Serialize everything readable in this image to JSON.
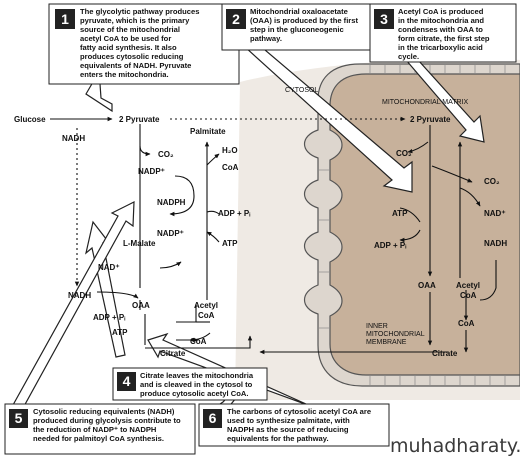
{
  "callouts": [
    {
      "number": "1",
      "lines": [
        "The glycolytic pathway produces",
        "pyruvate, which is the primary",
        "source of the mitochondrial",
        "acetyl CoA to be used for",
        "fatty acid synthesis.  It also",
        "produces cytosolic reducing",
        "equivalents of NADH. Pyruvate",
        "enters the mitochondria."
      ]
    },
    {
      "number": "2",
      "lines": [
        "Mitochondrial oxaloacetate",
        "(OAA) is produced by the first",
        "step in the gluconeogenic",
        "pathway."
      ]
    },
    {
      "number": "3",
      "lines": [
        "Acetyl CoA is produced",
        "in the mitochondria and",
        "condenses with OAA to",
        "form citrate, the first step",
        "in the tricarboxylic acid",
        "cycle."
      ]
    },
    {
      "number": "4",
      "lines": [
        "Citrate leaves the mitochondria",
        "and is cleaved in the cytosol to",
        "produce cytosolic acetyl CoA."
      ]
    },
    {
      "number": "5",
      "lines": [
        "Cytosolic reducing equivalents (NADH)",
        "produced during glycolysis contribute to",
        "the reduction of NADP⁺ to NADPH",
        "needed for palmitoyl CoA synthesis."
      ]
    },
    {
      "number": "6",
      "lines": [
        "The carbons of cytosolic acetyl CoA are",
        "used to synthesize palmitate, with",
        "NADPH as the source of reducing",
        "equivalents for the pathway."
      ]
    }
  ],
  "regions": {
    "cytosol": "CYTOSOL",
    "matrix": "MITOCHONDRIAL MATRIX",
    "inner_membrane": [
      "INNER",
      "MITOCHONDRIAL",
      "MEMBRANE"
    ]
  },
  "pathway": {
    "glucose": "Glucose",
    "pyruvate_cytosol": "2 Pyruvate",
    "nadh_top": "NADH",
    "palmitate": "Palmitate",
    "co2_cytosol": "CO₂",
    "water": "H₂O",
    "nadp_plus_top": "NADP⁺",
    "coa_top": "CoA",
    "nadph_cytosol": "NADPH",
    "adp_pi_cytosol": "ADP + Pᵢ",
    "nadp_plus_mid": "NADP⁺",
    "atp_cytosol": "ATP",
    "l_malate": "L-Malate",
    "nad_plus": "NAD⁺",
    "nadh_bottom": "NADH",
    "oaa_cytosol": "OAA",
    "acetyl_cytosol": "Acetyl",
    "coa_cytosol": "CoA",
    "adp_pi_bottom": "ADP + Pᵢ",
    "atp_bottom": "ATP",
    "coa_bottom": "CoA",
    "citrate_cytosol": "Citrate",
    "pyruvate_mito": "2 Pyruvate",
    "co2_mito_left": "CO₂",
    "co2_mito_right": "CO₂",
    "nad_plus_mito": "NAD⁺",
    "atp_mito": "ATP",
    "adp_pi_mito": "ADP + Pᵢ",
    "nadh_mito": "NADH",
    "oaa_mito": "OAA",
    "acetyl_mito": "Acetyl",
    "coa_mito_top": "CoA",
    "coa_mito_bottom": "CoA",
    "citrate_mito": "Citrate"
  },
  "watermark": "muhadharaty.com"
}
